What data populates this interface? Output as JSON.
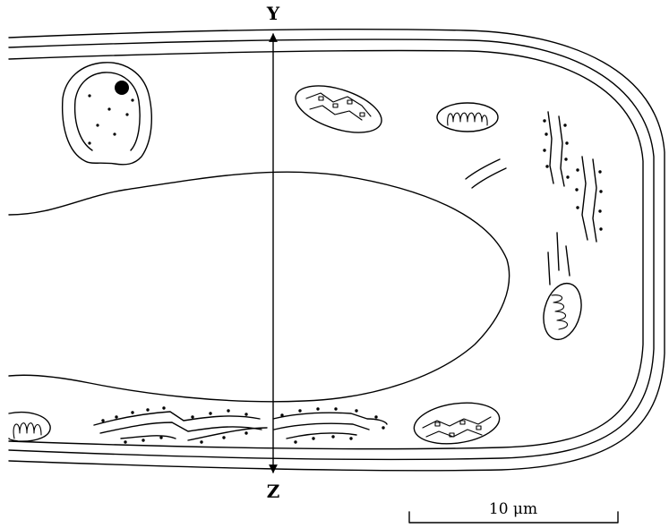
{
  "labels": {
    "top": "Y",
    "bottom": "Z",
    "scale_bar": "10 μm"
  }
}
